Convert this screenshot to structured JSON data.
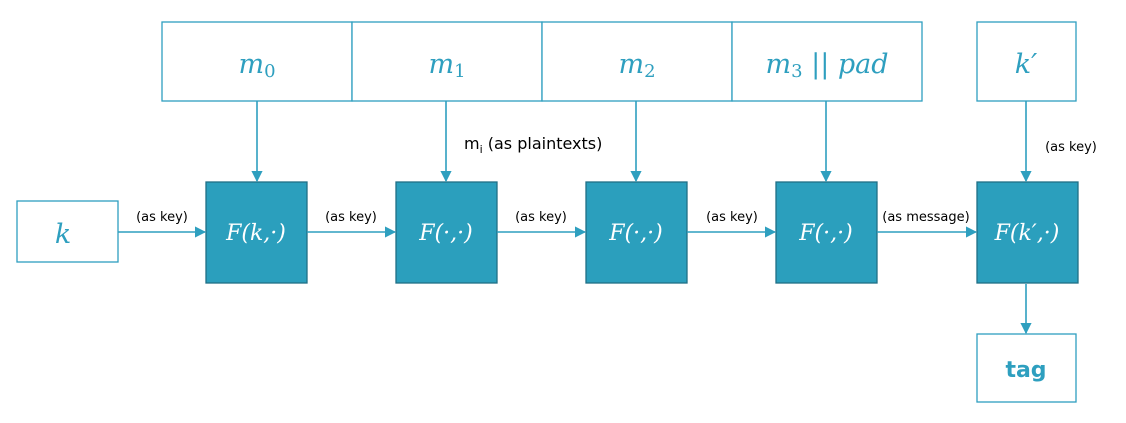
{
  "messages": {
    "m0": {
      "base": "m",
      "sub": "0",
      "suffix": ""
    },
    "m1": {
      "base": "m",
      "sub": "1",
      "suffix": ""
    },
    "m2": {
      "base": "m",
      "sub": "2",
      "suffix": ""
    },
    "m3": {
      "base": "m",
      "sub": "3",
      "suffix": " || pad"
    }
  },
  "key_k": "k",
  "key_kprime": "k′",
  "blocks": {
    "f0": "F(k,·)",
    "f1": "F(·,·)",
    "f2": "F(·,·)",
    "f3": "F(·,·)",
    "f4": "F(k′,·)"
  },
  "labels": {
    "as_key_1": "(as key)",
    "as_key_2": "(as key)",
    "as_key_3": "(as key)",
    "as_key_4": "(as key)",
    "as_message": "(as message)",
    "as_key_top": "(as key)",
    "mi_base": "m",
    "mi_sub": "i",
    "mi_rest": " (as plaintexts)"
  },
  "output": "tag",
  "colors": {
    "accent": "#2e9fbf",
    "block_fill": "#2b9fbd",
    "block_border": "#1f6f86"
  }
}
